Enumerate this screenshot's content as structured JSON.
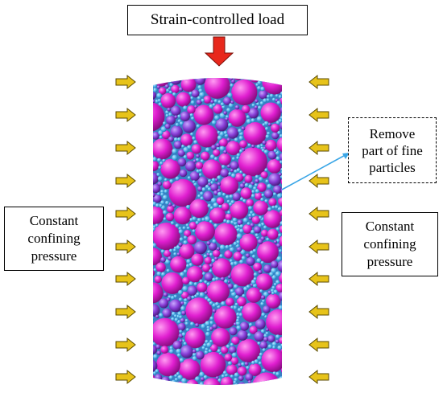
{
  "load_label": "Strain-controlled load",
  "fines_label": "Remove\npart of fine\nparticles",
  "left_pressure_label": "Constant\nconfining\npressure",
  "right_pressure_label": "Constant\nconfining\npressure",
  "colors": {
    "load_arrow": "#e8281c",
    "pressure_arrow": "#e7c31a",
    "coarse_particle": "#e01ed0",
    "fine_particle": "#4bb0e8",
    "pointer_line": "#3aa6e6"
  }
}
